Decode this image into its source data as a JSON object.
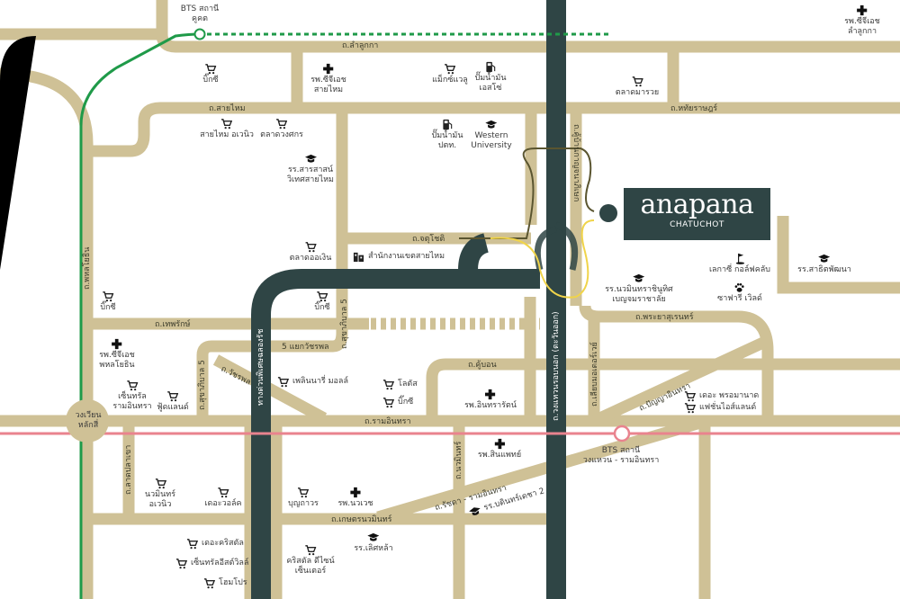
{
  "brand": {
    "name": "anapana",
    "sub": "CHATUCHOT"
  },
  "colors": {
    "road": "#cfc196",
    "expressway": "#2f4545",
    "bts_green": "#1f9a49",
    "bts_pink": "#e9838e",
    "route": "#f0d44a"
  },
  "bts": {
    "khukhot": [
      "BTS สถานี",
      "คูคต"
    ],
    "wongwaen": [
      "BTS สถานี",
      "วงแหวน - รามอินทรา"
    ]
  },
  "circle": [
    "วงเวียน",
    "หลักสี่"
  ],
  "roads": {
    "lamlukka": "ถ.ลำลูกกา",
    "saimai": "ถ.สายไหม",
    "hathai": "ถ.หทัยราษฎร์",
    "chatuchot": "ถ.จตุโชติ",
    "phahon": "ถ.พหลโยธิน",
    "thepharak": "ถ.เทพรักษ์",
    "watcharaphon5": "5 แยกวัชรพล",
    "sukha5a": "ถ.สุขาภิบาล 5",
    "sukha5b": "ถ.สุขาภิบาล 5",
    "watcharaphon": "ถ.วัชรพล",
    "chalong": "ทางด่วนพิเศษฉลองรัช",
    "ramintra": "ถ.รามอินทรา",
    "khubon": "ถ.คู้บอน",
    "ring": "ถ.วงแหวนรอบนอก (ตะวันออก)",
    "motorway": "ถ.เลียบมอเตอร์เวย์",
    "phraya": "ถ.พระยาสุเรนทร์",
    "panya": "ถ.ปัญญาอินทรา",
    "ladplakhao": "ถ.ลาดปลาเขา",
    "nawamin": "ถ.นวมินทร์",
    "ratchada": "ถ.รัชดา - รามอินทรา",
    "kaset": "ถ.เกษตรนวมินทร์",
    "kanchana": "ถ.คู้บ้านกาญจนาภิเษก"
  },
  "pois": [
    {
      "icon": "cart",
      "l": [
        "บิ๊กซี"
      ]
    },
    {
      "icon": "hospital",
      "l": [
        "รพ.ซีจีเอช",
        "สายไหม"
      ]
    },
    {
      "icon": "cart",
      "l": [
        "แม็กซ์แวลู"
      ]
    },
    {
      "icon": "fuel",
      "l": [
        "ปั๊มน้ำมัน",
        "เอสโซ่"
      ]
    },
    {
      "icon": "cart",
      "l": [
        "ตลาดมารวย"
      ]
    },
    {
      "icon": "hospital",
      "l": [
        "รพ.ซีจีเอช",
        "ลำลูกกา"
      ]
    },
    {
      "icon": "cart",
      "l": [
        "สายไหม อเวนิว"
      ]
    },
    {
      "icon": "cart",
      "l": [
        "ตลาดวงศกร"
      ]
    },
    {
      "icon": "school",
      "l": [
        "รร.สารสาสน์",
        "วิเทศสายไหม"
      ]
    },
    {
      "icon": "fuel",
      "l": [
        "ปั๊มน้ำมัน",
        "ปตท."
      ]
    },
    {
      "icon": "school",
      "l": [
        "Western",
        "University"
      ]
    },
    {
      "icon": "cart",
      "l": [
        "ตลาดออเงิน"
      ]
    },
    {
      "icon": "building",
      "l": [
        "สำนักงานเขตสายไหม"
      ]
    },
    {
      "icon": "cart",
      "l": [
        "บิ๊กซี"
      ]
    },
    {
      "icon": "cart",
      "l": [
        "บิ๊กซี"
      ]
    },
    {
      "icon": "hospital",
      "l": [
        "รพ.ซีจีเอช",
        "พหลโยธิน"
      ]
    },
    {
      "icon": "cart",
      "l": [
        "เซ็นทรัล",
        "รามอินทรา"
      ]
    },
    {
      "icon": "cart",
      "l": [
        "ฟู้ดแลนด์"
      ]
    },
    {
      "icon": "cart",
      "l": [
        "เพลินนารี่",
        "มอลล์"
      ]
    },
    {
      "icon": "cart",
      "l": [
        "โลตัส"
      ]
    },
    {
      "icon": "cart",
      "l": [
        "บิ๊กซี"
      ]
    },
    {
      "icon": "hospital",
      "l": [
        "รพ.อินทรารัตน์"
      ]
    },
    {
      "icon": "school",
      "l": [
        "รร.นวมินทราชินูทิศ",
        "เบญจมราชาลัย"
      ]
    },
    {
      "icon": "golf",
      "l": [
        "เลกาซี่ กอล์ฟคลับ"
      ]
    },
    {
      "icon": "school",
      "l": [
        "รร.สาธิตพัฒนา"
      ]
    },
    {
      "icon": "paw",
      "l": [
        "ซาฟารี เวิลด์"
      ]
    },
    {
      "icon": "cart",
      "l": [
        "เดอะ พรอมานาด"
      ]
    },
    {
      "icon": "cart",
      "l": [
        "แฟชั่นไอส์แลนด์"
      ]
    },
    {
      "icon": "hospital",
      "l": [
        "รพ.สินแพทย์"
      ]
    },
    {
      "icon": "cart",
      "l": [
        "นวมินทร์",
        "อเวนิว"
      ]
    },
    {
      "icon": "cart",
      "l": [
        "เดอะวอล์ค"
      ]
    },
    {
      "icon": "cart",
      "l": [
        "บุญถาวร"
      ]
    },
    {
      "icon": "hospital",
      "l": [
        "รพ.นวเวช"
      ]
    },
    {
      "icon": "school",
      "l": [
        "รร.บดินทร์เดชา 2"
      ]
    },
    {
      "icon": "school",
      "l": [
        "รร.เลิศหล้า"
      ]
    },
    {
      "icon": "cart",
      "l": [
        "เดอะคริสตัล"
      ]
    },
    {
      "icon": "cart",
      "l": [
        "เซ็นทรัลอีสต์วิลล์"
      ]
    },
    {
      "icon": "cart",
      "l": [
        "โฮมโปร"
      ]
    },
    {
      "icon": "cart",
      "l": [
        "คริสตัล ดีไซน์",
        "เซ็นเตอร์"
      ]
    }
  ]
}
